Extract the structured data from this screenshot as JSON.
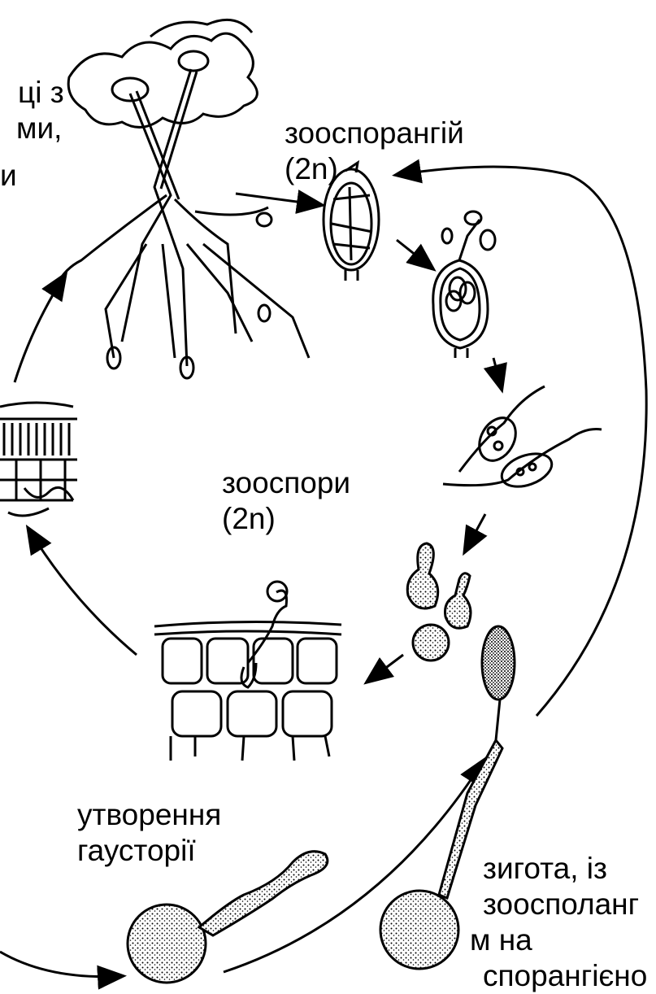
{
  "labels": {
    "top_left": [
      "ці з",
      "ми,",
      "и"
    ],
    "zoosporangium": [
      "зооспорангій",
      "(2n)"
    ],
    "zoospores": [
      "зооспори",
      "(2n)"
    ],
    "haustorium": [
      "утворення",
      "гаусторії"
    ],
    "zygote": [
      "зигота, із",
      "зоосполанг",
      "м на",
      "спорангієно"
    ]
  },
  "colors": {
    "ink": "#000000",
    "paper": "#ffffff"
  }
}
